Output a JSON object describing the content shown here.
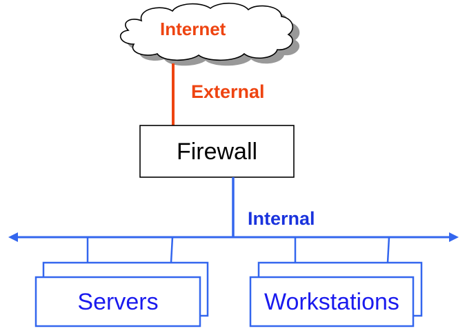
{
  "colors": {
    "external": "#ee4411",
    "internal": "#3366ee",
    "internal_text": "#1a33dd",
    "box_text": "#1a1aee",
    "cloud_shadow": "#999999"
  },
  "labels": {
    "internet": "Internet",
    "external": "External",
    "firewall": "Firewall",
    "internal": "Internal",
    "servers": "Servers",
    "workstations": "Workstations"
  }
}
